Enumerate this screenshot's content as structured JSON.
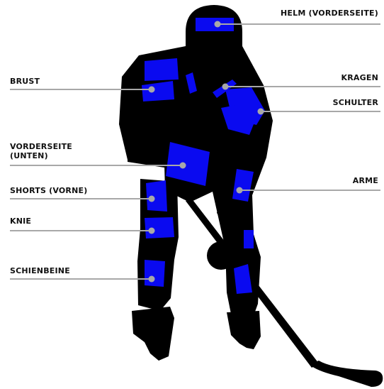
{
  "colors": {
    "silhouette": "#000000",
    "zone_fill": "#0a0af0",
    "leader_line": "#a8a8a8",
    "dot": "#a8a8a8",
    "label_text": "#111111",
    "background": "#ffffff"
  },
  "labels": {
    "helmet_front": "HELM (VORDERSEITE)",
    "collar": "KRAGEN",
    "shoulder": "SCHULTER",
    "arms": "ARME",
    "chest": "BRUST",
    "lower_front": "VORDERSEITE\n(UNTEN)",
    "shorts_front": "SHORTS (VORNE)",
    "knee": "KNIE",
    "shins": "SCHIENBEINE"
  }
}
